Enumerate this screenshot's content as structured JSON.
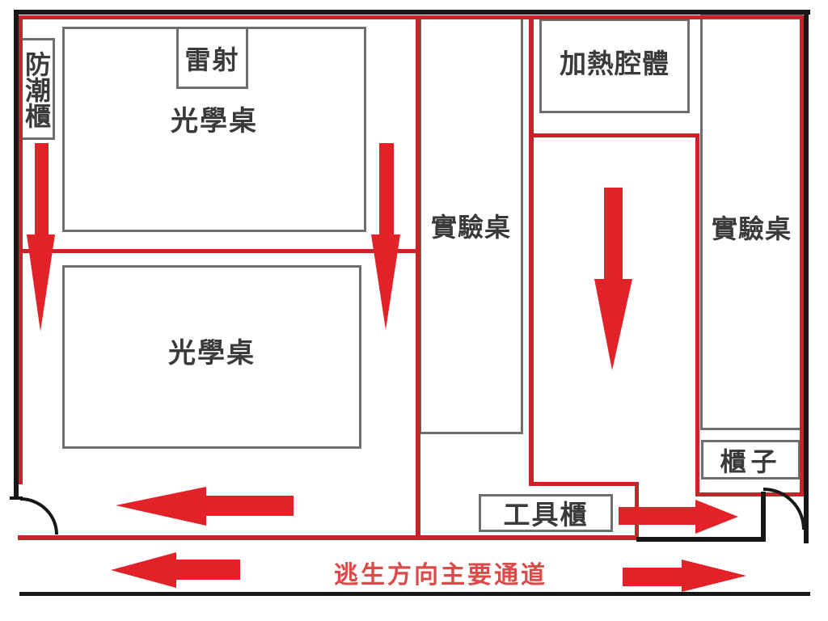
{
  "diagram": {
    "type": "lab-evacuation-floor-plan",
    "labels": {
      "moisture_cabinet": "防潮櫃",
      "laser": "雷射",
      "optical_table_1": "光學桌",
      "optical_table_2": "光學桌",
      "exp_table_mid": "實驗桌",
      "heating_chamber": "加熱腔體",
      "exp_table_right": "實驗桌",
      "cabinet": "櫃子",
      "tool_cabinet": "工具櫃",
      "escape_route": "逃生方向主要通道"
    },
    "colors": {
      "wall_black": "#171717",
      "wall_red": "#c9232a",
      "arrow_red": "#e32129",
      "escape_text_red": "#dc4a4a",
      "furniture_border_gray": "#6e6e6e",
      "label_text": "#3a3a3a"
    },
    "arrows": [
      {
        "name": "down-arrow-left-room-west",
        "direction": "down"
      },
      {
        "name": "down-arrow-left-room-east",
        "direction": "down"
      },
      {
        "name": "down-arrow-heating-aisle",
        "direction": "down"
      },
      {
        "name": "left-arrow-room-bottom",
        "direction": "left"
      },
      {
        "name": "left-arrow-corridor",
        "direction": "left"
      },
      {
        "name": "right-arrow-room-bottom",
        "direction": "right"
      },
      {
        "name": "right-arrow-corridor",
        "direction": "right"
      }
    ]
  }
}
